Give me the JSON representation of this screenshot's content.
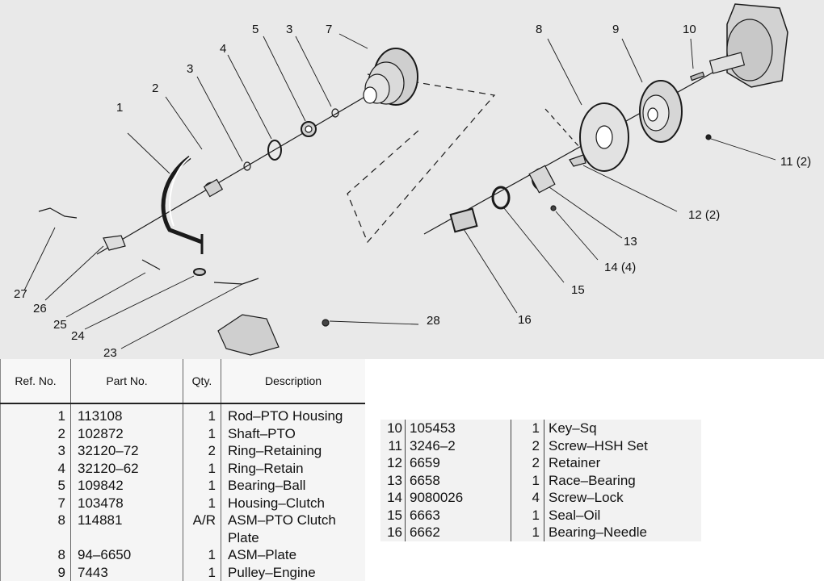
{
  "callouts": {
    "c1": "1",
    "c2": "2",
    "c3a": "3",
    "c3b": "3",
    "c4": "4",
    "c5": "5",
    "c7": "7",
    "c8": "8",
    "c9": "9",
    "c10": "10",
    "c11": "11 (2)",
    "c12": "12 (2)",
    "c13": "13",
    "c14": "14 (4)",
    "c15": "15",
    "c16": "16",
    "c23": "23",
    "c24": "24",
    "c25": "25",
    "c26": "26",
    "c27": "27",
    "c28": "28"
  },
  "left_table": {
    "headers": {
      "ref": "Ref. No.",
      "part": "Part No.",
      "qty": "Qty.",
      "desc": "Description"
    },
    "rows": [
      {
        "ref": "1",
        "part": "113108",
        "qty": "1",
        "desc": "Rod–PTO Housing"
      },
      {
        "ref": "2",
        "part": "102872",
        "qty": "1",
        "desc": "Shaft–PTO"
      },
      {
        "ref": "3",
        "part": "32120–72",
        "qty": "2",
        "desc": "Ring–Retaining"
      },
      {
        "ref": "4",
        "part": "32120–62",
        "qty": "1",
        "desc": "Ring–Retain"
      },
      {
        "ref": "5",
        "part": "109842",
        "qty": "1",
        "desc": "Bearing–Ball"
      },
      {
        "ref": "7",
        "part": "103478",
        "qty": "1",
        "desc": "Housing–Clutch"
      },
      {
        "ref": "8",
        "part": "114881",
        "qty": "A/R",
        "desc": "ASM–PTO Clutch"
      },
      {
        "ref": "",
        "part": "",
        "qty": "",
        "desc": "Plate"
      },
      {
        "ref": "8",
        "part": "94–6650",
        "qty": "1",
        "desc": "ASM–Plate"
      },
      {
        "ref": "9",
        "part": "7443",
        "qty": "1",
        "desc": "Pulley–Engine"
      }
    ]
  },
  "right_table": {
    "rows": [
      {
        "ref": "10",
        "part": "105453",
        "qty": "1",
        "desc": "Key–Sq"
      },
      {
        "ref": "11",
        "part": "3246–2",
        "qty": "2",
        "desc": "Screw–HSH Set"
      },
      {
        "ref": "12",
        "part": "6659",
        "qty": "2",
        "desc": "Retainer"
      },
      {
        "ref": "13",
        "part": "6658",
        "qty": "1",
        "desc": "Race–Bearing"
      },
      {
        "ref": "14",
        "part": "9080026",
        "qty": "4",
        "desc": "Screw–Lock"
      },
      {
        "ref": "15",
        "part": "6663",
        "qty": "1",
        "desc": "Seal–Oil"
      },
      {
        "ref": "16",
        "part": "6662",
        "qty": "1",
        "desc": "Bearing–Needle"
      }
    ]
  },
  "colors": {
    "diagram_bg": "#e9e9e9",
    "ink": "#111111"
  }
}
